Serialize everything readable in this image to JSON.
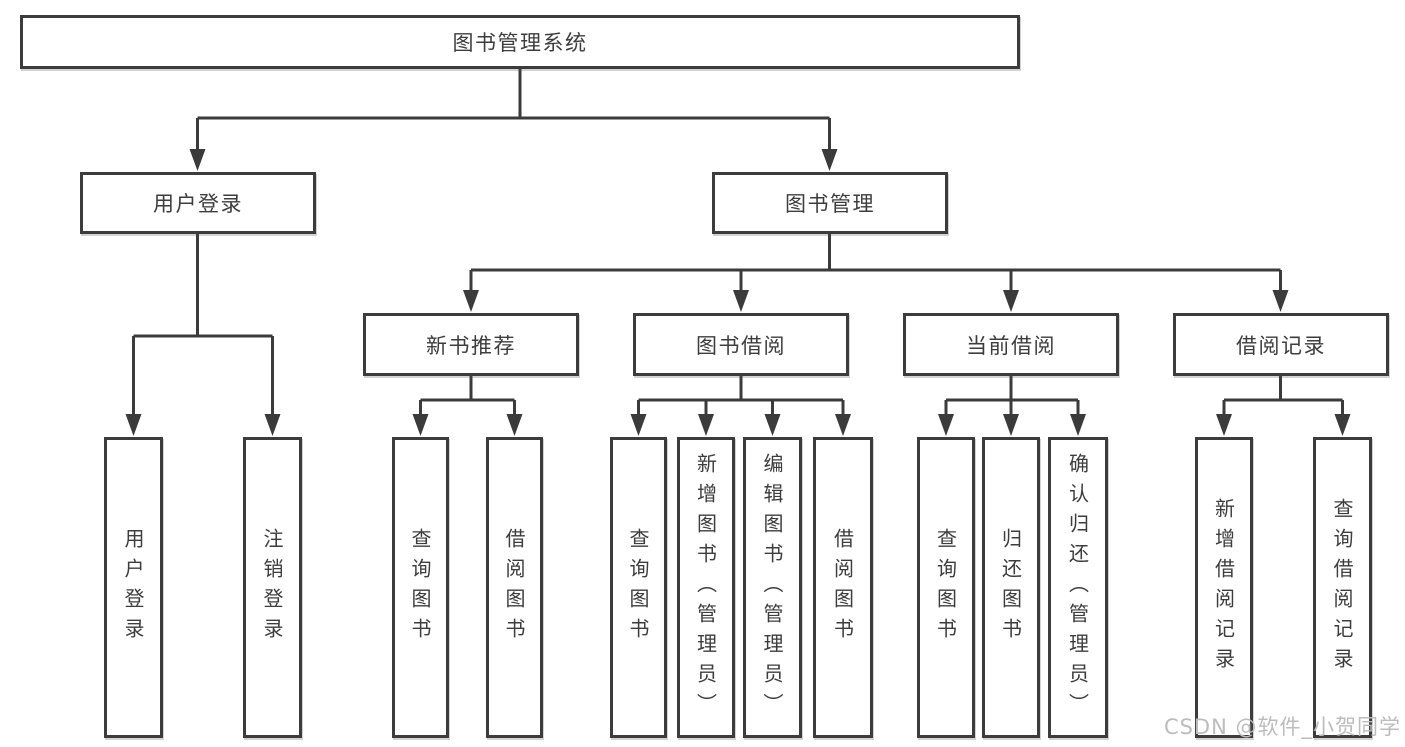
{
  "diagram": {
    "type": "hierarchy-diagram",
    "root": {
      "label": "图书管理系统",
      "children": [
        {
          "label": "用户登录",
          "children": [
            {
              "label": "用户登录"
            },
            {
              "label": "注销登录"
            }
          ]
        },
        {
          "label": "图书管理",
          "children": [
            {
              "label": "新书推荐",
              "children": [
                {
                  "label": "查询图书"
                },
                {
                  "label": "借阅图书"
                }
              ]
            },
            {
              "label": "图书借阅",
              "children": [
                {
                  "label": "查询图书"
                },
                {
                  "label": "新增图书（管理员）"
                },
                {
                  "label": "编辑图书（管理员）"
                },
                {
                  "label": "借阅图书"
                }
              ]
            },
            {
              "label": "当前借阅",
              "children": [
                {
                  "label": "查询图书"
                },
                {
                  "label": "归还图书"
                },
                {
                  "label": "确认归还（管理员）"
                }
              ]
            },
            {
              "label": "借阅记录",
              "children": [
                {
                  "label": "新增借阅记录"
                },
                {
                  "label": "查询借阅记录"
                }
              ]
            }
          ]
        }
      ]
    }
  },
  "watermark": {
    "text": "CSDN @软件_小贺同学"
  },
  "colors": {
    "line": "#3b3b3b",
    "box_border": "#3c3c3c",
    "text": "#3d3d3d",
    "watermark": "#bcbcbc",
    "background": "#ffffff"
  }
}
